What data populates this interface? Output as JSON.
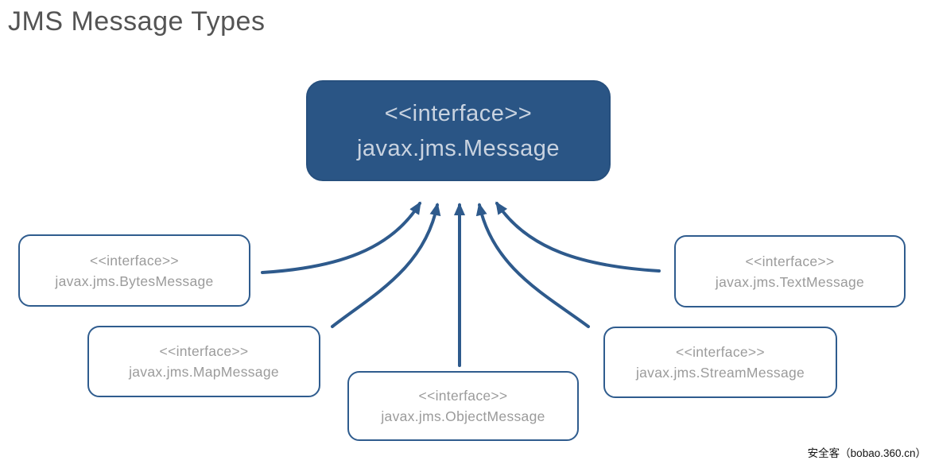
{
  "title": "JMS Message Types",
  "watermark": "安全客（bobao.360.cn）",
  "colors": {
    "root_fill": "#2A5585",
    "root_text": "#C9D3E0",
    "outline_blue": "#2F5C8E",
    "arrow": "#2E5A8C",
    "label_gray": "#9B9B9B",
    "title_gray": "#545454"
  },
  "diagram": {
    "root": {
      "stereotype": "<<interface>>",
      "name": "javax.jms.Message"
    },
    "children": [
      {
        "id": "bytes",
        "stereotype": "<<interface>>",
        "name": "javax.jms.BytesMessage"
      },
      {
        "id": "map",
        "stereotype": "<<interface>>",
        "name": "javax.jms.MapMessage"
      },
      {
        "id": "object",
        "stereotype": "<<interface>>",
        "name": "javax.jms.ObjectMessage"
      },
      {
        "id": "stream",
        "stereotype": "<<interface>>",
        "name": "javax.jms.StreamMessage"
      },
      {
        "id": "text",
        "stereotype": "<<interface>>",
        "name": "javax.jms.TextMessage"
      }
    ],
    "relation": "inherits-from"
  }
}
